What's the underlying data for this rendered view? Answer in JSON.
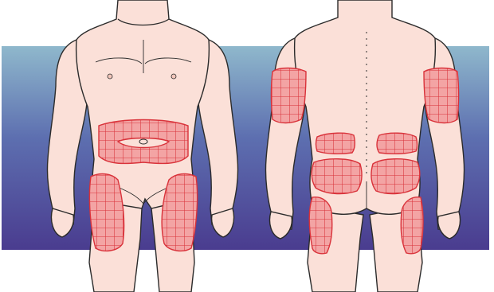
{
  "colors": {
    "background": "#ffffff",
    "band_top": "#8fb8cc",
    "band_mid": "#5d6fb0",
    "band_bottom": "#4a3c8f",
    "skin": "#fbe0d8",
    "skin_shadow": "#f2c6bb",
    "outline": "#2b2b2b",
    "zone_fill": "#f3a4a4",
    "zone_grid": "#d9323a"
  },
  "figures": [
    {
      "view": "front",
      "zones": [
        "abdomen",
        "left-thigh",
        "right-thigh"
      ]
    },
    {
      "view": "back",
      "zones": [
        "left-upper-arm",
        "right-upper-arm",
        "left-lower-back",
        "right-lower-back",
        "left-buttock",
        "right-buttock",
        "left-back-thigh",
        "right-back-thigh"
      ]
    }
  ]
}
